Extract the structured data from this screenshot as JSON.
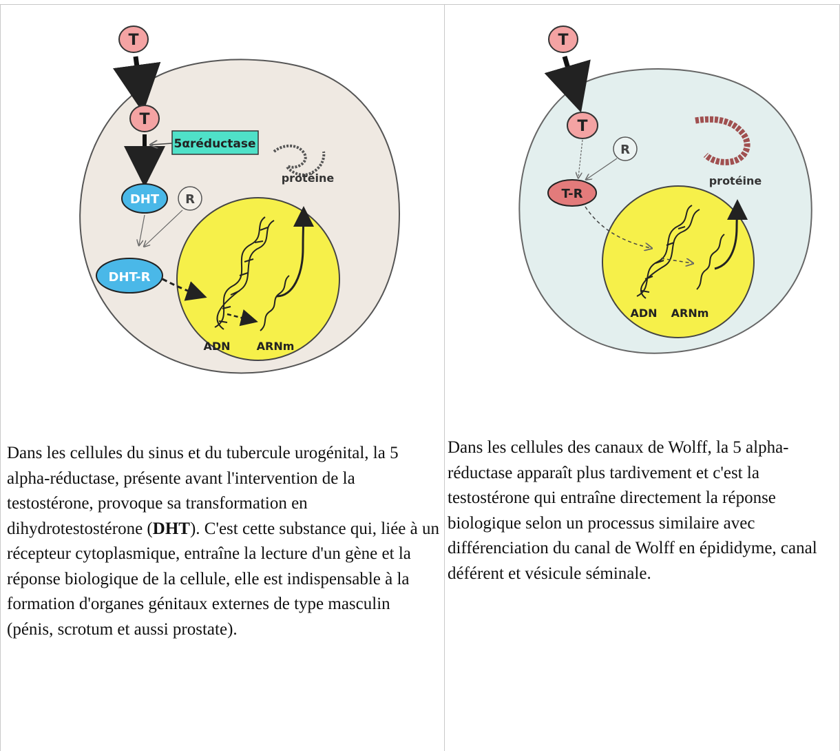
{
  "colors": {
    "cell_left": "#efe9e2",
    "cell_right": "#e3efee",
    "nucleus": "#f6f04a",
    "hormone": "#f4a3a3",
    "dht": "#4ab8e8",
    "enzyme_box": "#4fe1c8",
    "ink": "#222222"
  },
  "left_panel": {
    "diagram": {
      "hormone_outside": "T",
      "hormone_inside": "T",
      "enzyme_label": "5αréductase",
      "dht_label": "DHT",
      "receptor_label": "R",
      "complex_label": "DHT-R",
      "protein_label": "protéine",
      "dna_label": "ADN",
      "mrna_label": "ARNm"
    },
    "caption": {
      "part1": "Dans les cellules du sinus et du tubercule urogénital, la 5 alpha-réductase, présente avant l'intervention de la testostérone, provoque sa transformation en dihydrotestostérone (",
      "bold": "DHT",
      "part2": "). C'est cette substance qui, liée à un récepteur cytoplasmique, entraîne la lecture d'un gène et la réponse biologique de la cellule, elle est indispensable à la formation d'organes génitaux externes de type masculin (pénis, scrotum et aussi prostate)."
    }
  },
  "right_panel": {
    "diagram": {
      "hormone_outside": "T",
      "hormone_inside": "T",
      "receptor_label": "R",
      "complex_label": "T-R",
      "protein_label": "protéine",
      "dna_label": "ADN",
      "mrna_label": "ARNm"
    },
    "caption": {
      "text": "Dans les cellules des canaux de Wolff, la 5 alpha-réductase apparaît plus tardivement et c'est la testostérone qui entraîne directement la réponse biologique selon un processus similaire avec différenciation du canal de Wolff en épididyme, canal déférent et vésicule séminale."
    }
  }
}
